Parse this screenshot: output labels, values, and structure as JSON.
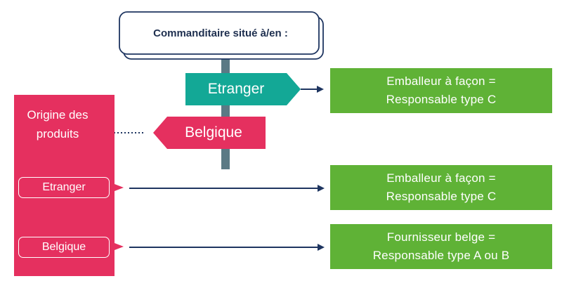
{
  "colors": {
    "teal": "#13a896",
    "pink": "#e5305f",
    "green": "#5fb236",
    "navy": "#1e3560",
    "post": "#5b7a85"
  },
  "question": {
    "label": "Commanditaire situé à/en :"
  },
  "signs": {
    "right_label": "Etranger",
    "left_label": "Belgique"
  },
  "origin": {
    "label": "Origine des produits",
    "options": [
      "Etranger",
      "Belgique"
    ]
  },
  "results": [
    {
      "line1": "Emballeur à façon =",
      "line2": "Responsable type C"
    },
    {
      "line1": "Emballeur à façon =",
      "line2": "Responsable type C"
    },
    {
      "line1": "Fournisseur belge =",
      "line2": "Responsable type A ou B"
    }
  ]
}
